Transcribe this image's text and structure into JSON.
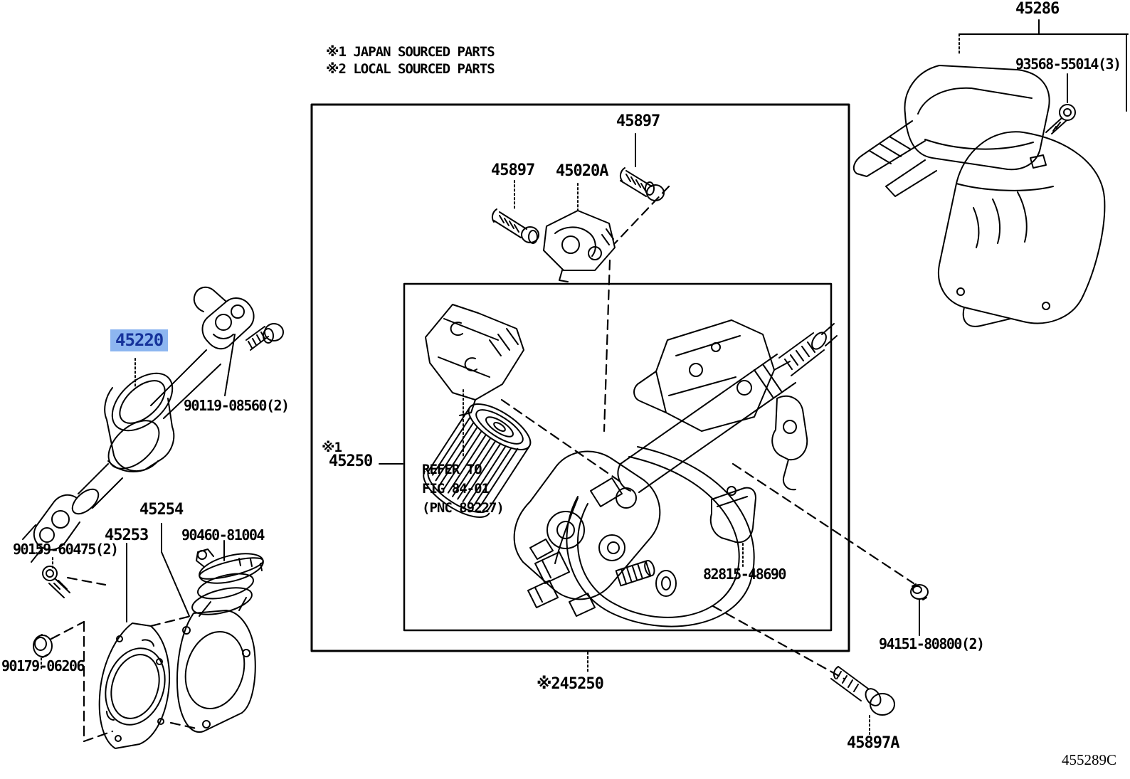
{
  "notes": {
    "note1": "※1 JAPAN SOURCED PARTS",
    "note2": "※2 LOCAL SOURCED PARTS"
  },
  "labels": {
    "p45286": "45286",
    "p93568": "93568-55014(3)",
    "p45897_top": "45897",
    "p45897_left": "45897",
    "p45020a": "45020A",
    "p45220": "45220",
    "p90119": "90119-08560(2)",
    "ref_mark1": "※1",
    "p45250": "45250",
    "refer1": "REFER TO",
    "refer2": "FIG 84-01",
    "refer3": "(PNC 89227)",
    "p82815": "82815-48690",
    "p45254": "45254",
    "p45253": "45253",
    "p90460": "90460-81004",
    "p90159": "90159-60475(2)",
    "p90179": "90179-06206",
    "p45250_local": "※245250",
    "p94151": "94151-80800(2)",
    "p45897a": "45897A",
    "drawing_code": "455289C"
  },
  "highlight": {
    "selected_part": "45220",
    "background": "#8db6f0",
    "text_color": "#16339b"
  },
  "colors": {
    "line": "#000000",
    "background": "#ffffff"
  }
}
